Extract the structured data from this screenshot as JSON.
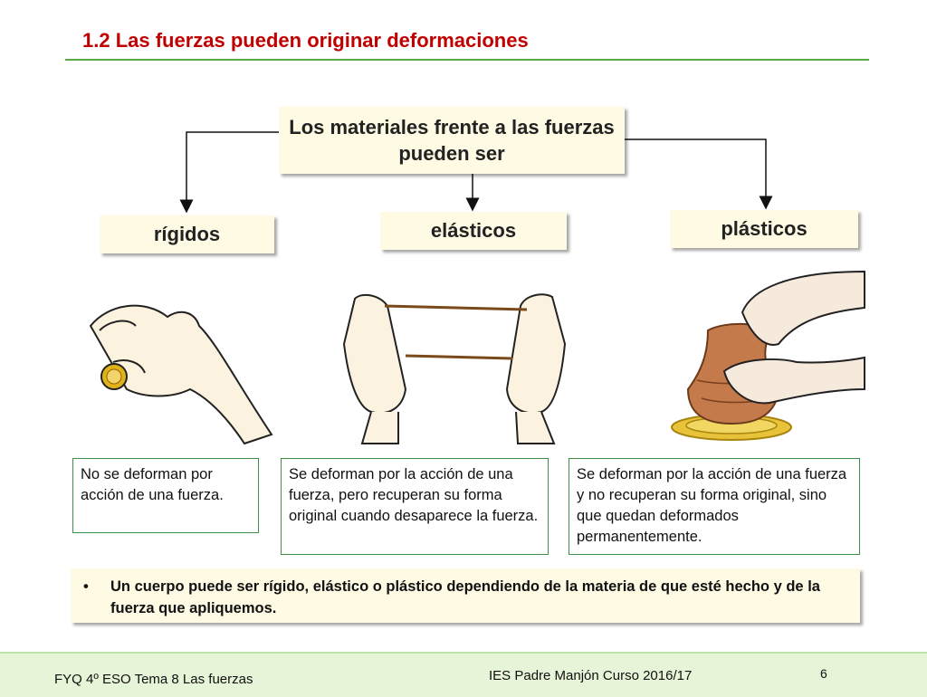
{
  "slide": {
    "title": "1.2  Las fuerzas pueden originar deformaciones",
    "main_concept": "Los materiales frente a las fuerzas pueden ser",
    "categories": [
      {
        "label": "rígidos",
        "description": "No se deforman por acción de una fuerza."
      },
      {
        "label": "elásticos",
        "description": "Se deforman por la acción de una fuerza, pero recuperan su forma original cuando desaparece la fuerza."
      },
      {
        "label": "plásticos",
        "description": "Se deforman por la acción de una fuerza y no recuperan su forma original, sino que quedan deformados permanentemente."
      }
    ],
    "note_bullet": "•",
    "note": "Un cuerpo puede ser rígido, elástico o plástico dependiendo de la materia de que esté hecho y de la fuerza que apliquemos."
  },
  "footer": {
    "left": "FYQ 4º ESO  Tema  8  Las fuerzas",
    "center": "IES Padre Manjón  Curso 2016/17",
    "page": "6"
  },
  "colors": {
    "title": "#c00000",
    "rule": "#5aa84a",
    "box_fill": "#fefae3",
    "desc_border": "#3e8e49",
    "footer_bg": "#e6f4d7"
  }
}
